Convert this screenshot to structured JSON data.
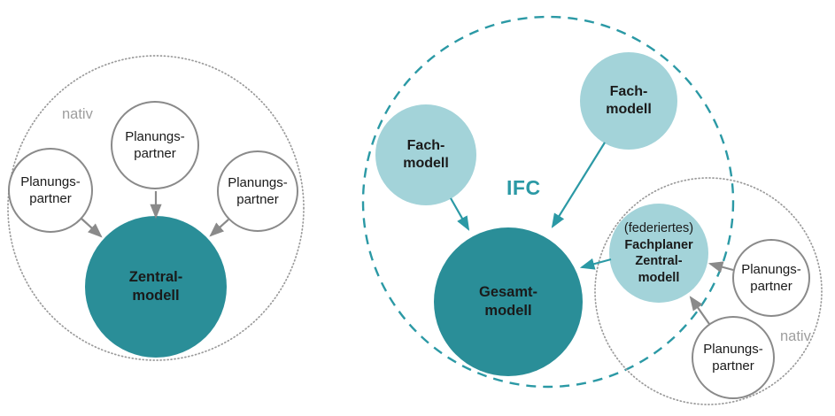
{
  "colors": {
    "dark_teal": "#2A8E98",
    "light_teal": "#A3D3D9",
    "teal_stroke": "#2B99A5",
    "gray_stroke": "#8A8A8A",
    "dot_gray": "#9A9A9A",
    "label_gray": "#9E9E9E",
    "text_dark": "#1A1A1A"
  },
  "left": {
    "region_label": "nativ",
    "partner_left": {
      "line1": "Planungs-",
      "line2": "partner"
    },
    "partner_top": {
      "line1": "Planungs-",
      "line2": "partner"
    },
    "partner_right": {
      "line1": "Planungs-",
      "line2": "partner"
    },
    "central": {
      "line1": "Zentral-",
      "line2": "modell"
    }
  },
  "right": {
    "ifc_label": "IFC",
    "region_label": "nativ",
    "fach_left": {
      "line1": "Fach-",
      "line2": "modell"
    },
    "fach_top": {
      "line1": "Fach-",
      "line2": "modell"
    },
    "gesamt": {
      "line1": "Gesamt-",
      "line2": "modell"
    },
    "federated": {
      "line1": "(federiertes)",
      "line2": "Fachplaner",
      "line3": "Zentral-",
      "line4": "modell"
    },
    "partner_right": {
      "line1": "Planungs-",
      "line2": "partner"
    },
    "partner_bottom": {
      "line1": "Planungs-",
      "line2": "partner"
    }
  }
}
